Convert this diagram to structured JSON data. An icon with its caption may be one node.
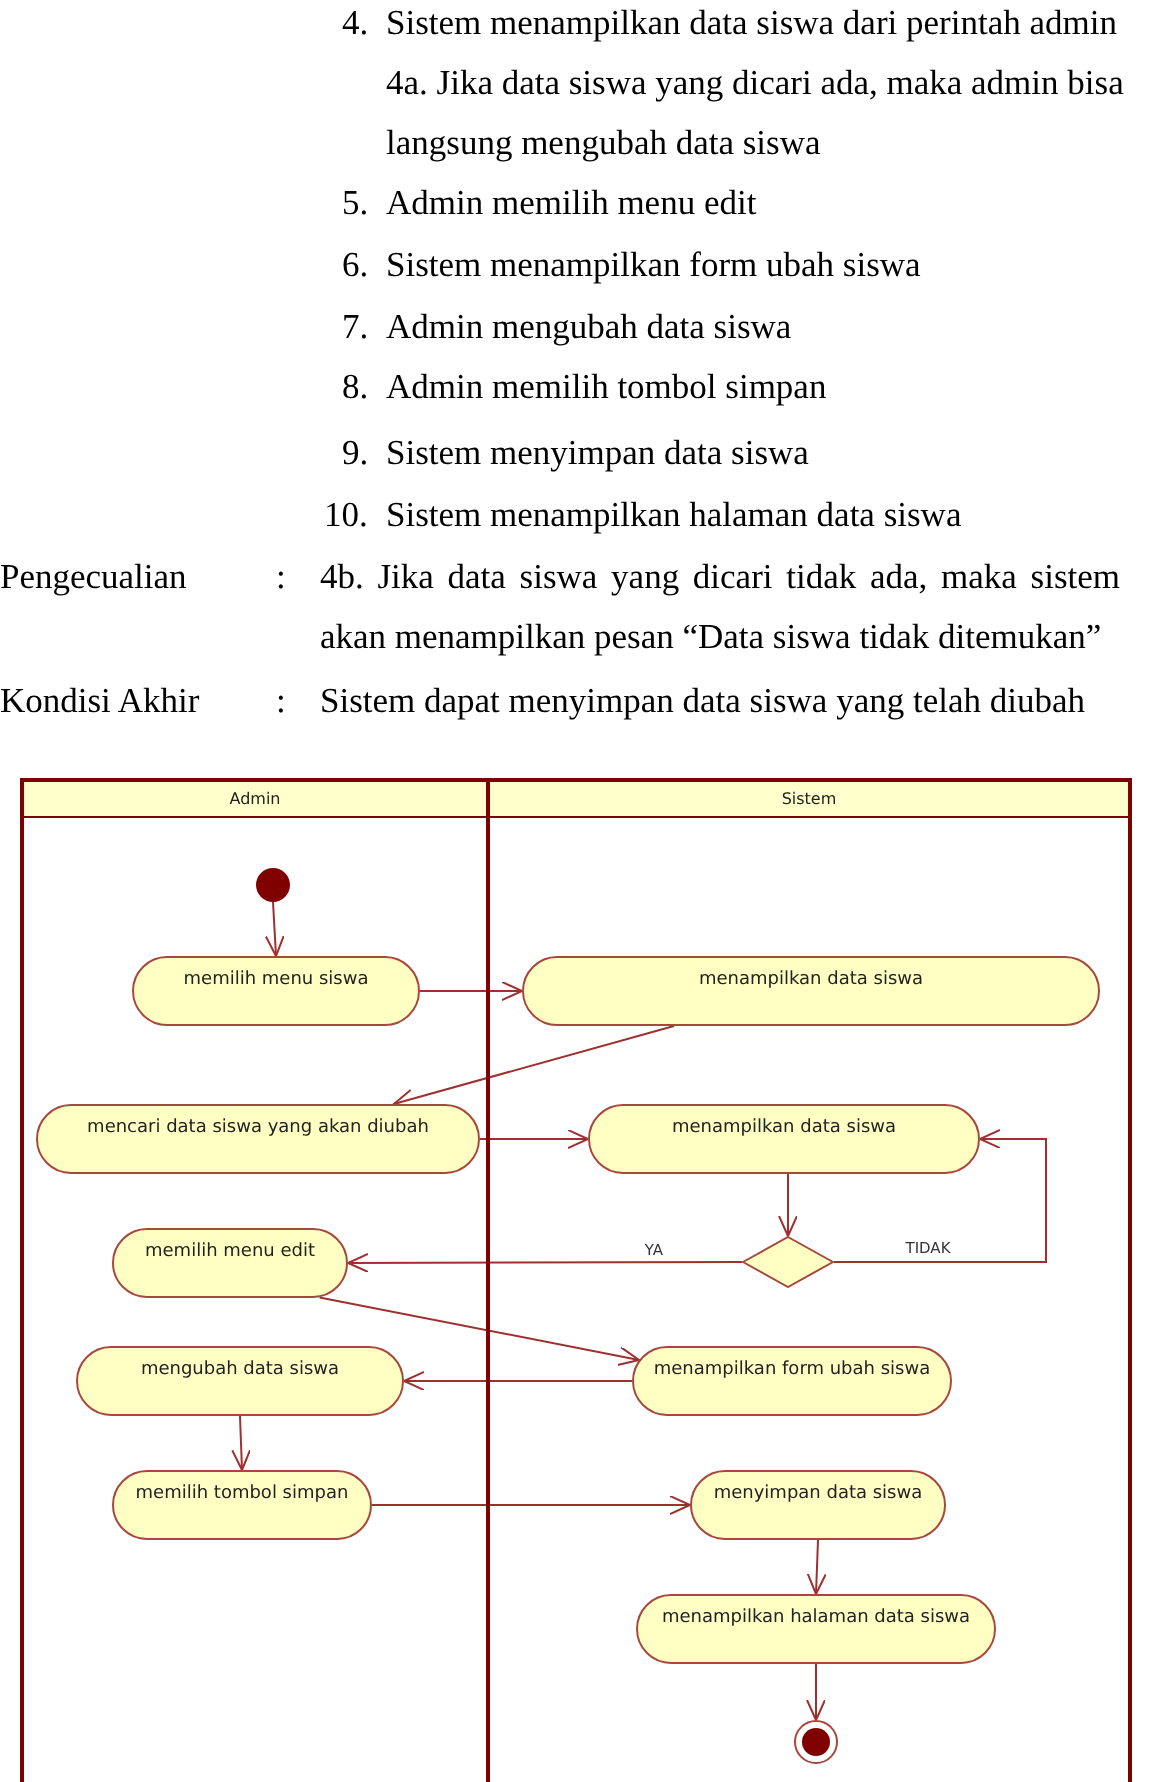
{
  "diagram": {
    "nodes": [
      {
        "text": [
          "Admin"
        ]
      },
      {
        "text": [
          "Sistem"
        ]
      },
      {
        "text": [],
        "shape": "circle",
        "in": 0
      },
      {
        "text": [
          "memilih menu siswa"
        ],
        "in": 0
      },
      {
        "text": [
          "menampilkan data siswa"
        ],
        "in": 1
      },
      {
        "text": [
          "mencari data siswa yang akan diubah"
        ],
        "in": 0
      },
      {
        "text": [
          "menampilkan data siswa"
        ],
        "in": 1
      },
      {
        "text": [],
        "shape": "diamond",
        "in": 1
      },
      {
        "text": [
          "memilih menu edit"
        ],
        "in": 0
      },
      {
        "text": [
          "mengubah data siswa"
        ],
        "in": 0
      },
      {
        "text": [
          "menampilkan form ubah siswa"
        ],
        "in": 1
      },
      {
        "text": [
          "memilih tombol simpan"
        ],
        "in": 0
      },
      {
        "text": [
          "menyimpan data siswa"
        ],
        "in": 1
      },
      {
        "text": [
          "menampilkan halaman data siswa"
        ],
        "in": 1
      },
      {
        "text": [],
        "shape": "bullseye",
        "in": 1
      }
    ],
    "edges": [
      {
        "from": 2,
        "to": 3,
        "arrow": "to"
      },
      {
        "from": 3,
        "to": 4,
        "arrow": "to"
      },
      {
        "from": 4,
        "to": 5,
        "arrow": "to"
      },
      {
        "from": 5,
        "to": 6,
        "arrow": "to"
      },
      {
        "from": 6,
        "to": 7,
        "arrow": "to"
      },
      {
        "from": 7,
        "to": 8,
        "arrow": "to",
        "label": "YA"
      },
      {
        "from": 7,
        "to": 6,
        "arrow": "to",
        "label": "TIDAK"
      },
      {
        "from": 8,
        "to": 10,
        "arrow": "to"
      },
      {
        "from": 10,
        "to": 9,
        "arrow": "to"
      },
      {
        "from": 9,
        "to": 11,
        "arrow": "to"
      },
      {
        "from": 11,
        "to": 12,
        "arrow": "to"
      },
      {
        "from": 12,
        "to": 13,
        "arrow": "to"
      },
      {
        "from": 13,
        "to": 14,
        "arrow": "to"
      }
    ],
    "labels": [
      "4.",
      "Sistem menampilkan data siswa dari perintah admin",
      "4a. Jika data siswa yang dicari ada, maka admin bisa langsung mengubah data siswa",
      "5.",
      "Admin memilih menu edit",
      "6.",
      "Sistem menampilkan form ubah siswa",
      "7.",
      "Admin mengubah data siswa",
      "8.",
      "Admin memilih tombol simpan",
      "9.",
      "Sistem menyimpan data siswa",
      "10.",
      "Sistem menampilkan halaman data siswa",
      "Pengecualian",
      ":",
      "4b. Jika data siswa yang dicari tidak ada, maka sistem akan menampilkan pesan “Data siswa tidak ditemukan”",
      "Kondisi Akhir",
      ":",
      "Sistem dapat menyimpan data siswa yang telah diubah"
    ]
  }
}
